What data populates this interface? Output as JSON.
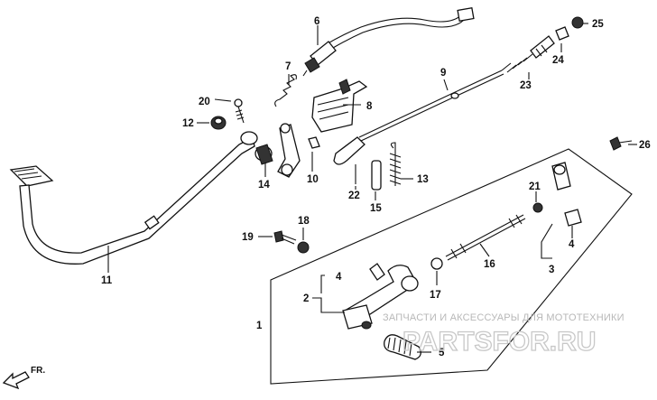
{
  "callouts": {
    "c1": "1",
    "c2": "2",
    "c3": "3",
    "c4a": "4",
    "c4b": "4",
    "c5": "5",
    "c6": "6",
    "c7": "7",
    "c8": "8",
    "c9": "9",
    "c10": "10",
    "c11": "11",
    "c12": "12",
    "c13": "13",
    "c14": "14",
    "c15": "15",
    "c16": "16",
    "c17": "17",
    "c18": "18",
    "c19": "19",
    "c20": "20",
    "c21": "21",
    "c22": "22",
    "c23": "23",
    "c24": "24",
    "c25": "25",
    "c26": "26"
  },
  "direction_label": "FR.",
  "watermark": {
    "caption": "ЗАПЧАСТИ И АКСЕССУАРЫ ДЛЯ МОТОТЕХНИКИ",
    "brand": "PARTSFOR.RU"
  },
  "colors": {
    "ink": "#111111",
    "background": "#ffffff",
    "watermark": "#c0c0c0"
  }
}
